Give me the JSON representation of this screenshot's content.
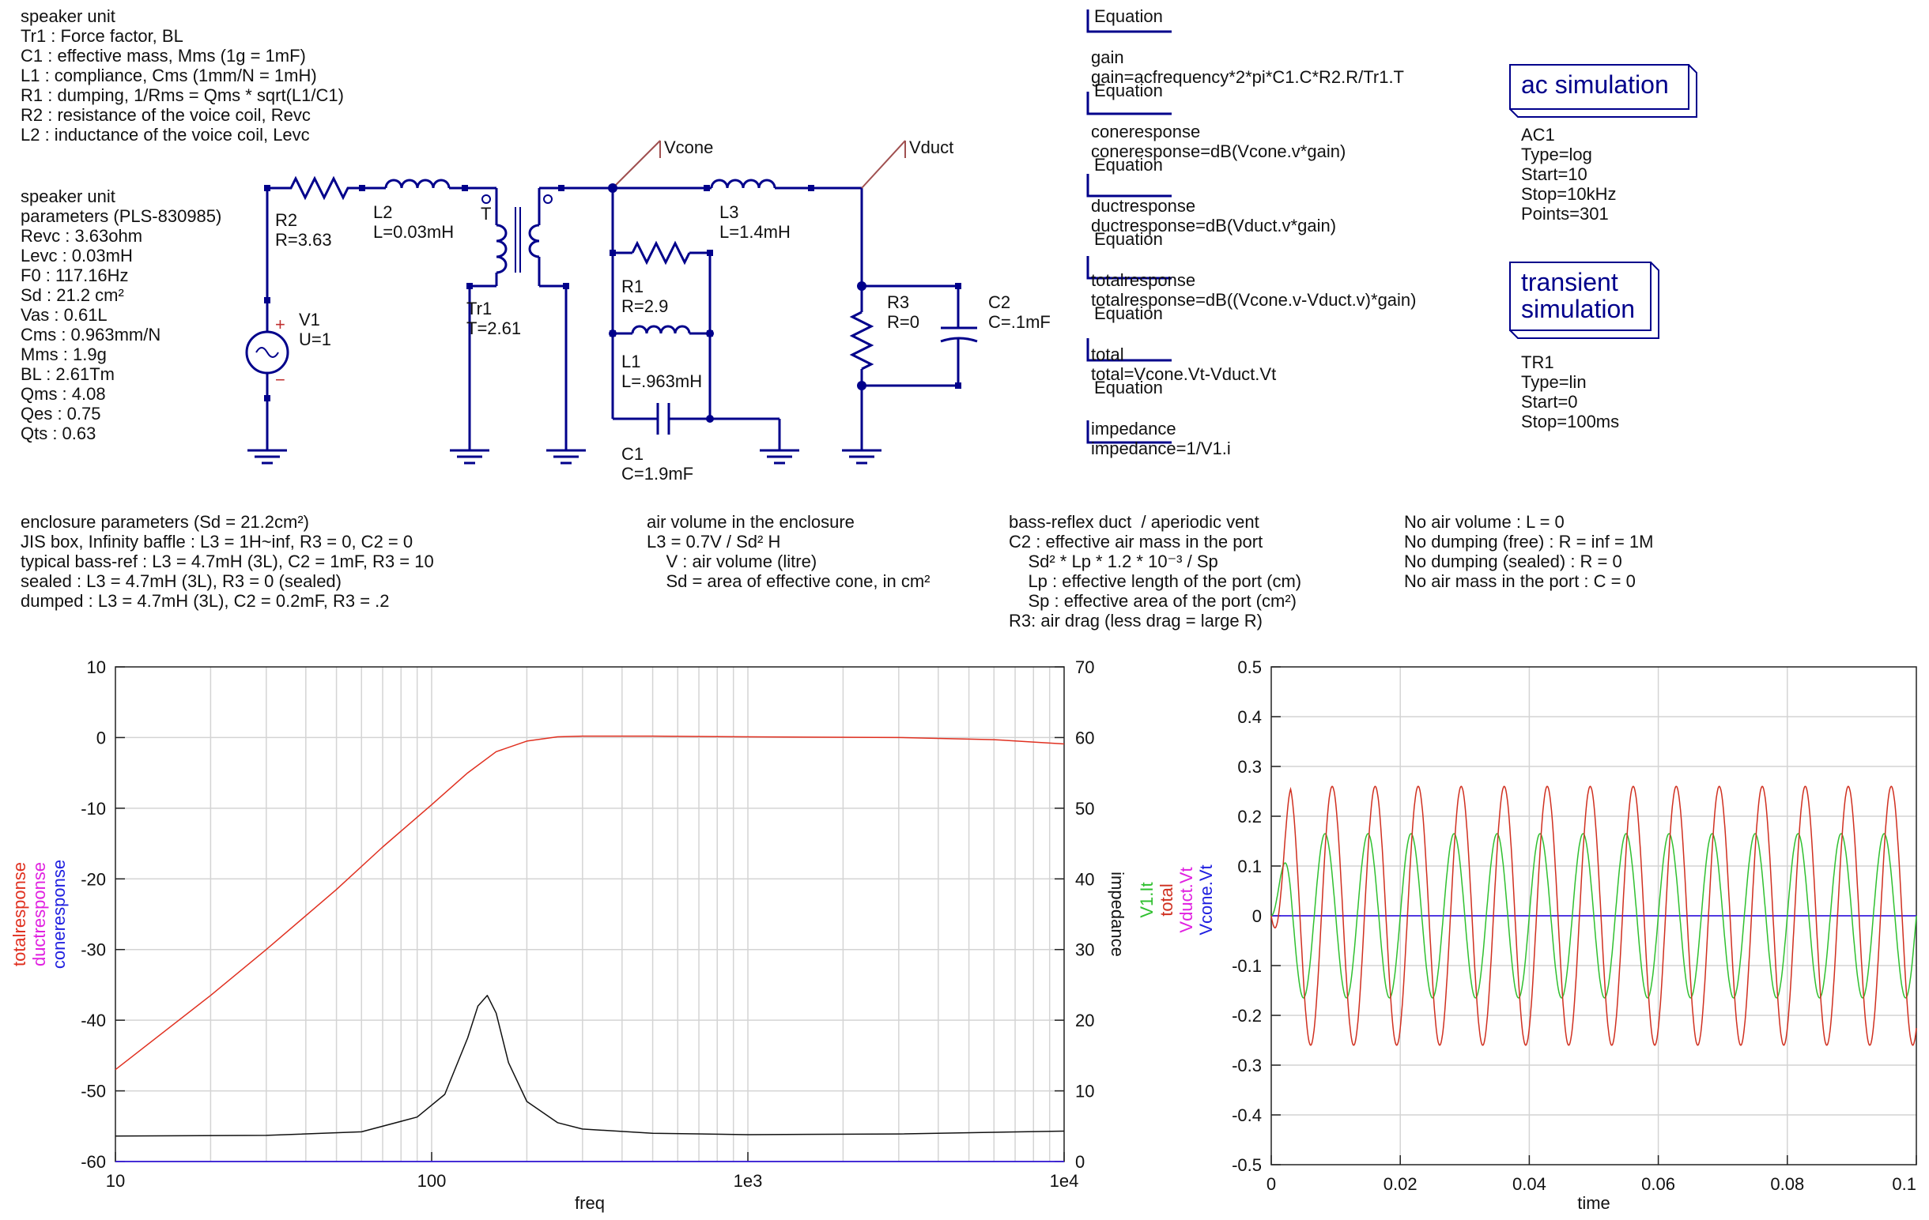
{
  "notes": {
    "speaker_unit": [
      "speaker unit",
      "Tr1 : Force factor, BL",
      "C1 : effective mass, Mms (1g = 1mF)",
      "L1 : compliance, Cms (1mm/N = 1mH)",
      "R1 : dumping, 1/Rms = Qms * sqrt(L1/C1)",
      "R2 : resistance of the voice coil, Revc",
      "L2 : inductance of the voice coil, Levc"
    ],
    "parameters": [
      "speaker unit",
      "parameters (PLS-830985)",
      "Revc : 3.63ohm",
      "Levc : 0.03mH",
      "F0 : 117.16Hz",
      "Sd : 21.2 cm²",
      "Vas : 0.61L",
      "Cms : 0.963mm/N",
      "Mms : 1.9g",
      "BL : 2.61Tm",
      "Qms : 4.08",
      "Qes : 0.75",
      "Qts : 0.63"
    ],
    "enclosure": [
      "enclosure parameters (Sd = 21.2cm²)",
      "JIS box, Infinity baffle : L3 = 1H~inf, R3 = 0, C2 = 0",
      "typical bass-ref : L3 = 4.7mH (3L), C2 = 1mF, R3 = 10",
      "sealed : L3 = 4.7mH (3L), R3 = 0 (sealed)",
      "dumped : L3 = 4.7mH (3L), C2 = 0.2mF, R3 = .2"
    ],
    "air_volume": [
      "air volume in the enclosure",
      "L3 = 0.7V / Sd² H",
      "    V : air volume (litre)",
      "    Sd = area of effective cone, in cm²"
    ],
    "bass_reflex": [
      "bass-reflex duct  / aperiodic vent",
      "C2 : effective air mass in the port",
      "    Sd² * Lp * 1.2 * 10⁻³ / Sp",
      "    Lp : effective length of the port (cm)",
      "    Sp : effective area of the port (cm²)",
      "R3: air drag (less drag = large R)"
    ],
    "no_air": [
      "No air volume : L = 0",
      "No dumping (free) : R = inf = 1M",
      "No dumping (sealed) : R = 0",
      "No air mass in the port : C = 0"
    ]
  },
  "equations": [
    {
      "header": "Equation",
      "name": "gain",
      "expr": "gain=acfrequency*2*pi*C1.C*R2.R/Tr1.T"
    },
    {
      "header": "Equation",
      "name": "coneresponse",
      "expr": "coneresponse=dB(Vcone.v*gain)"
    },
    {
      "header": "Equation",
      "name": "ductresponse",
      "expr": "ductresponse=dB(Vduct.v*gain)"
    },
    {
      "header": "Equation",
      "name": "totalresponse",
      "expr": "totalresponse=dB((Vcone.v-Vduct.v)*gain)"
    },
    {
      "header": "Equation",
      "name": "total",
      "expr": "total=Vcone.Vt-Vduct.Vt"
    },
    {
      "header": "Equation",
      "name": "impedance",
      "expr": "impedance=1/V1.i"
    }
  ],
  "simulations": {
    "ac": {
      "title": "ac simulation",
      "params": [
        "AC1",
        "Type=log",
        "Start=10",
        "Stop=10kHz",
        "Points=301"
      ]
    },
    "transient": {
      "title_lines": [
        "transient",
        "simulation"
      ],
      "params": [
        "TR1",
        "Type=lin",
        "Start=0",
        "Stop=100ms"
      ]
    }
  },
  "schematic": {
    "labels": {
      "vcone": "Vcone",
      "vduct": "Vduct",
      "r2_name": "R2",
      "r2_val": "R=3.63",
      "l2_name": "L2",
      "l2_val": "L=0.03mH",
      "v1_name": "V1",
      "v1_val": "U=1",
      "tr1_name": "Tr1",
      "tr1_val": "T=2.61",
      "tr1_dot": "T",
      "r1_name": "R1",
      "r1_val": "R=2.9",
      "l1_name": "L1",
      "l1_val": "L=.963mH",
      "c1_name": "C1",
      "c1_val": "C=1.9mF",
      "l3_name": "L3",
      "l3_val": "L=1.4mH",
      "r3_name": "R3",
      "r3_val": "R=0",
      "c2_name": "C2",
      "c2_val": "C=.1mF",
      "plus": "+",
      "minus": "−"
    },
    "colors": {
      "wire": "#00008b",
      "port": "#a05050",
      "source": "#a03030"
    }
  },
  "chart_data": [
    {
      "type": "line",
      "x_scale": "log",
      "xlim": [
        10,
        10000
      ],
      "x_ticks": [
        "10",
        "100",
        "1e3",
        "1e4"
      ],
      "xlabel": "freq",
      "ylim": [
        -60,
        10
      ],
      "y_ticks": [
        "10",
        "0",
        "-10",
        "-20",
        "-30",
        "-40",
        "-50",
        "-60"
      ],
      "ylabel_series": [
        "totalresponse",
        "ductresponse",
        "coneresponse"
      ],
      "y2lim": [
        0,
        70
      ],
      "y2_ticks": [
        "70",
        "60",
        "50",
        "40",
        "30",
        "20",
        "10",
        "0"
      ],
      "y2label": "impedance",
      "grid": true,
      "series": [
        {
          "name": "totalresponse",
          "color": "#e03020",
          "axis": "y1",
          "x": [
            10,
            20,
            30,
            50,
            70,
            100,
            130,
            160,
            200,
            250,
            300,
            500,
            1000,
            3000,
            6000,
            10000
          ],
          "y": [
            -47,
            -36.5,
            -30,
            -21.5,
            -15.5,
            -9.5,
            -5,
            -2,
            -0.5,
            0.1,
            0.2,
            0.2,
            0.1,
            0,
            -0.3,
            -0.9
          ]
        },
        {
          "name": "ductresponse",
          "color": "#e020e0",
          "axis": "y1",
          "x": [
            10,
            10000
          ],
          "y": [
            -60,
            -60
          ]
        },
        {
          "name": "coneresponse",
          "color": "#2020e0",
          "axis": "y1",
          "x": [
            10,
            10000
          ],
          "y": [
            -60,
            -60
          ]
        },
        {
          "name": "impedance",
          "color": "#111111",
          "axis": "y2",
          "x": [
            10,
            30,
            60,
            90,
            110,
            130,
            140,
            150,
            160,
            175,
            200,
            250,
            300,
            500,
            1000,
            3000,
            10000
          ],
          "y": [
            3.6,
            3.7,
            4.2,
            6.3,
            9.5,
            17.5,
            22,
            23.5,
            21,
            14,
            8.5,
            5.5,
            4.6,
            4,
            3.8,
            3.9,
            4.3
          ]
        }
      ]
    },
    {
      "type": "line",
      "xlim": [
        0,
        0.1
      ],
      "x_ticks": [
        "0",
        "0.02",
        "0.04",
        "0.06",
        "0.08",
        "0.1"
      ],
      "xlabel": "time",
      "ylim": [
        -0.5,
        0.5
      ],
      "y_ticks": [
        "0.5",
        "0.4",
        "0.3",
        "0.2",
        "0.1",
        "0",
        "-0.1",
        "-0.2",
        "-0.3",
        "-0.4",
        "-0.5"
      ],
      "ylabel_series": [
        "V1.It",
        "total",
        "Vduct.Vt",
        "Vcone.Vt"
      ],
      "grid": true,
      "series": [
        {
          "name": "V1.It",
          "color": "#30c030",
          "waveform": "sine",
          "amplitude": 0.165,
          "frequency": 150,
          "phase": 0
        },
        {
          "name": "total",
          "color": "#d03020",
          "waveform": "sine",
          "amplitude": 0.26,
          "frequency": 150,
          "phase": -1.05
        },
        {
          "name": "Vduct.Vt",
          "color": "#e020e0",
          "waveform": "flat",
          "value": 0
        },
        {
          "name": "Vcone.Vt",
          "color": "#2020e0",
          "waveform": "flat",
          "value": 0
        }
      ]
    }
  ]
}
